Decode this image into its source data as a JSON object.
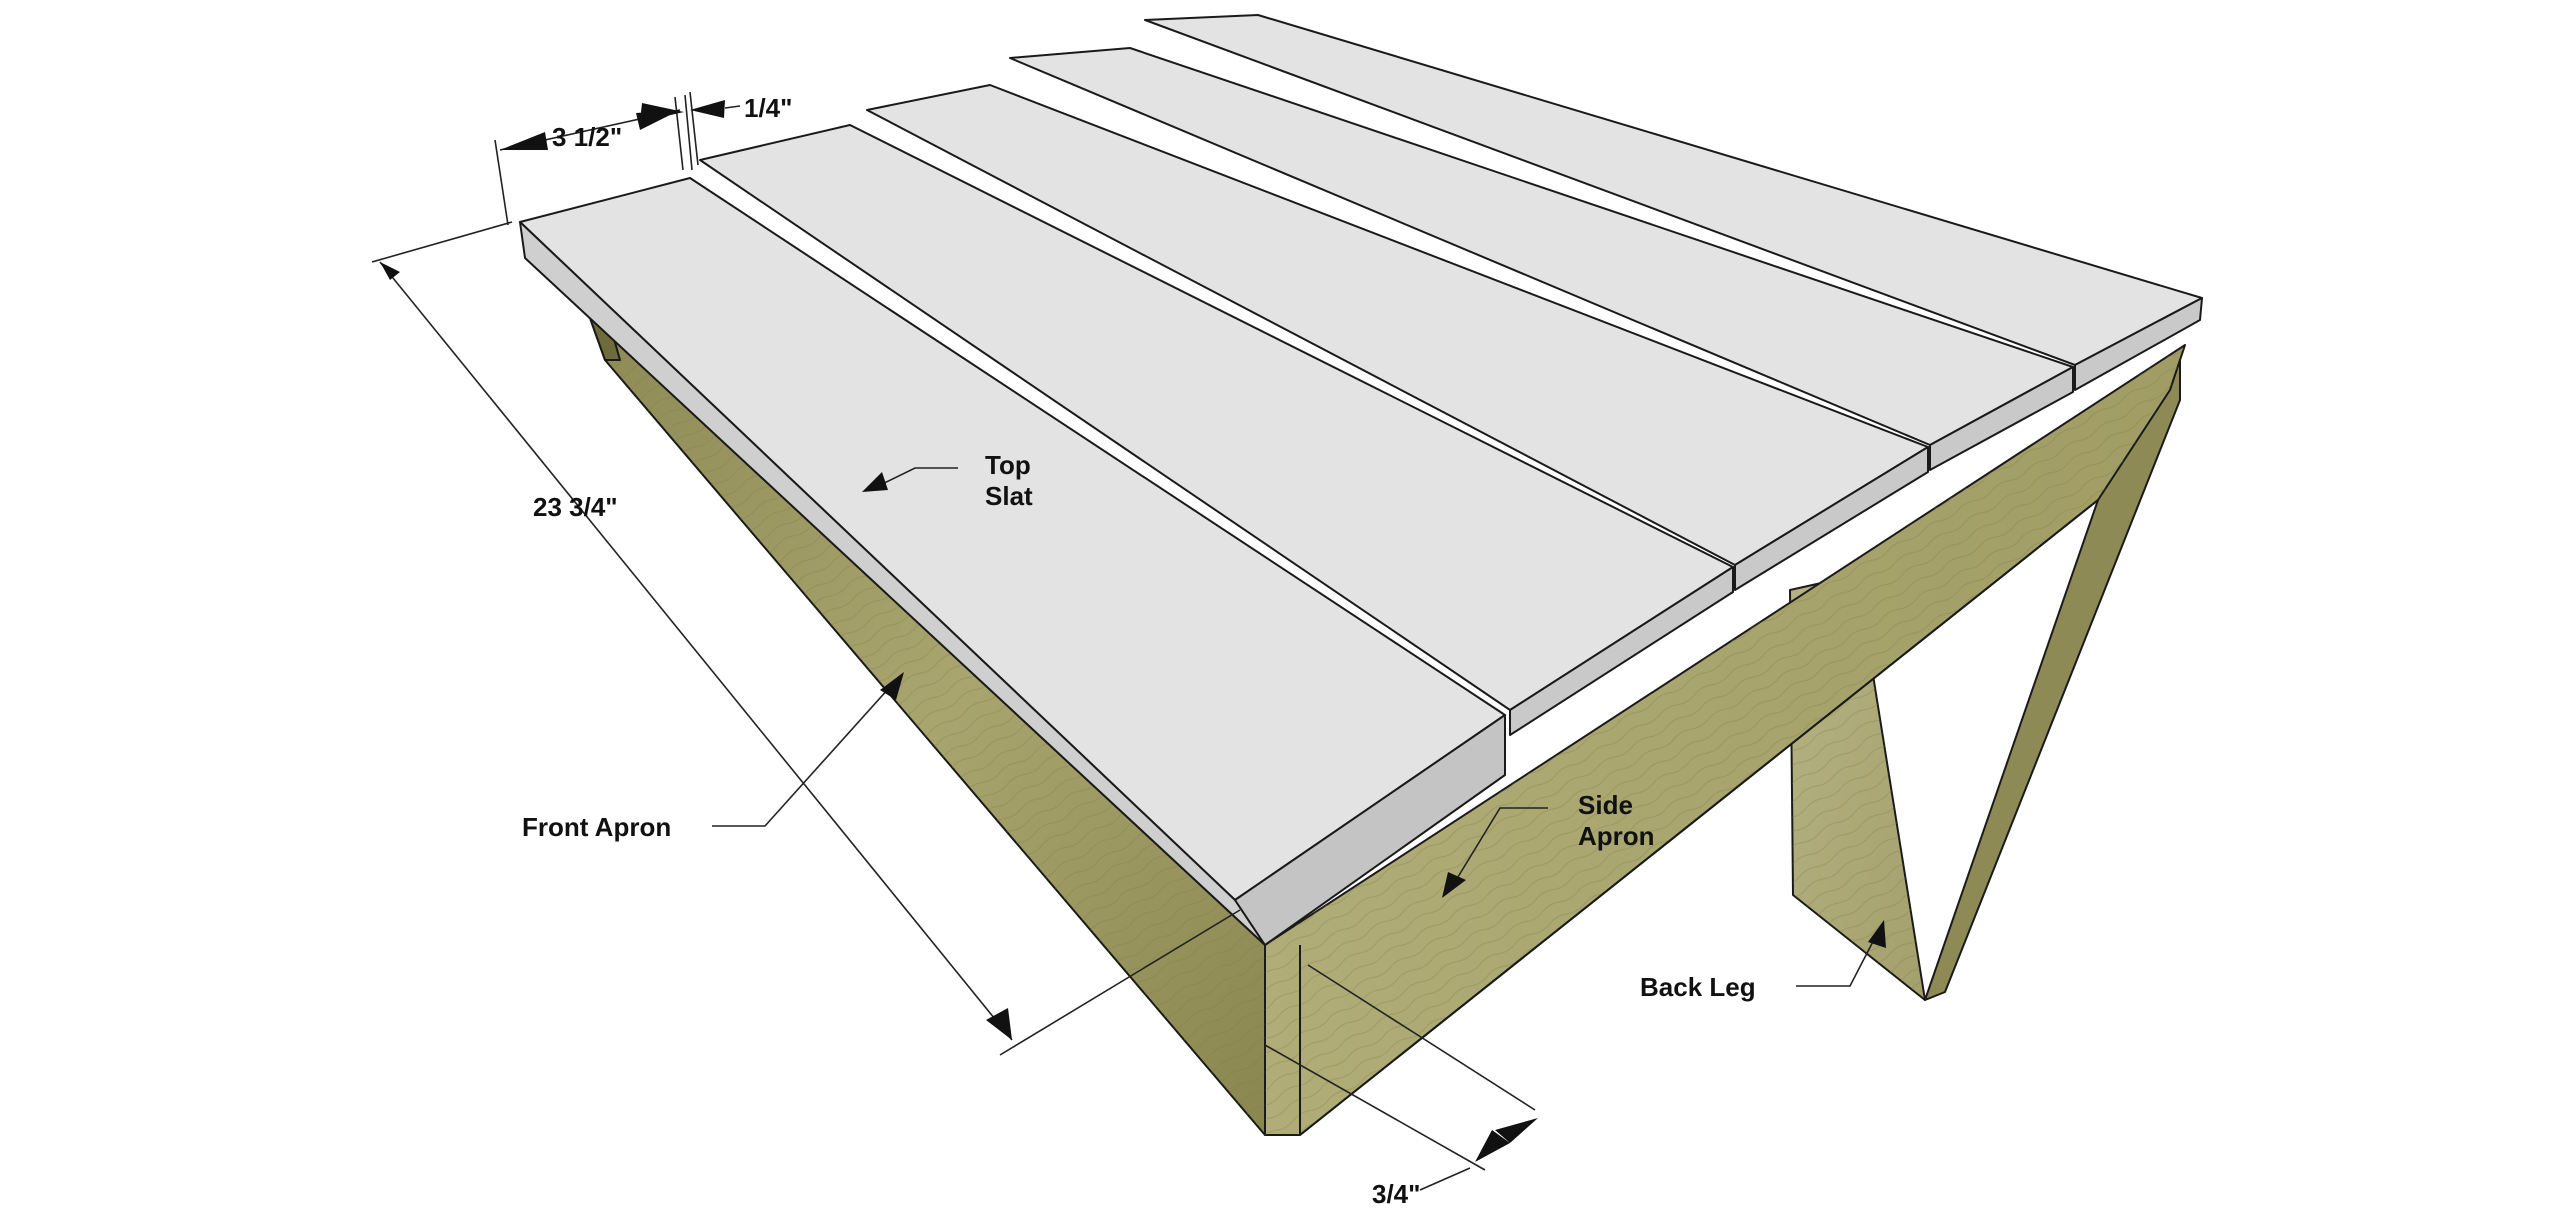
{
  "labels": {
    "top_slat": [
      "Top",
      "Slat"
    ],
    "front_apron": "Front Apron",
    "side_apron": [
      "Side",
      "Apron"
    ],
    "back_leg": "Back Leg"
  },
  "dimensions": {
    "slat_width": "3 1/2\"",
    "slat_gap": "1/4\"",
    "depth": "23 3/4\"",
    "thickness": "3/4\""
  },
  "colors": {
    "slat_top": "#e1e1e1",
    "slat_edge": "#c9c9c9",
    "wood_light": "#a3a06a",
    "wood_dark": "#7b7846",
    "line": "#1a1a1a"
  }
}
